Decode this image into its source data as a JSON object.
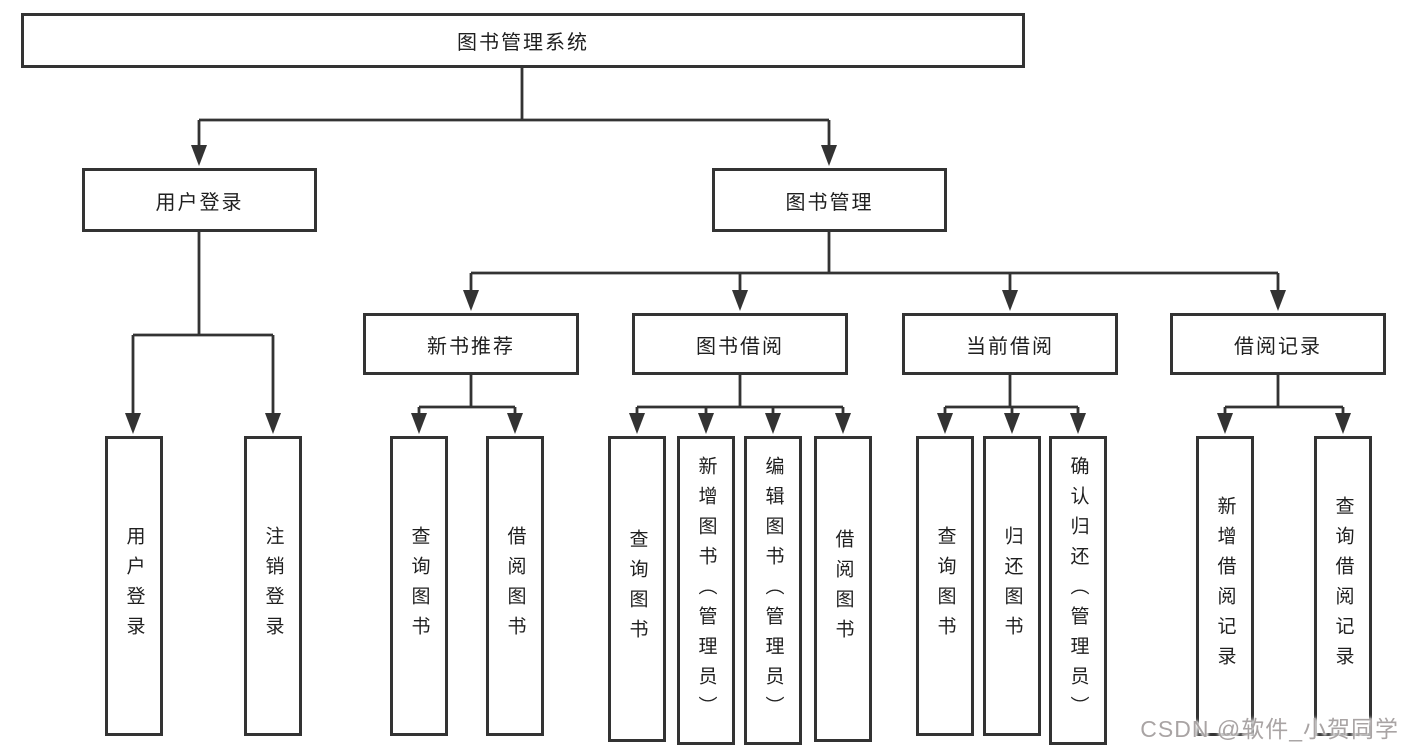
{
  "diagram": {
    "root": {
      "label": "图书管理系统"
    },
    "user_login": {
      "label": "用户登录",
      "children": [
        {
          "label": "用户登录"
        },
        {
          "label": "注销登录"
        }
      ]
    },
    "book_management": {
      "label": "图书管理",
      "sections": [
        {
          "label": "新书推荐",
          "children": [
            {
              "label": "查询图书"
            },
            {
              "label": "借阅图书"
            }
          ]
        },
        {
          "label": "图书借阅",
          "children": [
            {
              "label": "查询图书"
            },
            {
              "label": "新增图书（管理员）"
            },
            {
              "label": "编辑图书（管理员）"
            },
            {
              "label": "借阅图书"
            }
          ]
        },
        {
          "label": "当前借阅",
          "children": [
            {
              "label": "查询图书"
            },
            {
              "label": "归还图书"
            },
            {
              "label": "确认归还（管理员）"
            }
          ]
        },
        {
          "label": "借阅记录",
          "children": [
            {
              "label": "新增借阅记录"
            },
            {
              "label": "查询借阅记录"
            }
          ]
        }
      ]
    },
    "watermark": {
      "label": "CSDN @软件_小贺同学"
    },
    "colors": {
      "line": "#333333",
      "box_border": "#333333",
      "box_fill": "#ffffff",
      "text": "#1f1f1f",
      "watermark": "#a9a4a4"
    }
  }
}
